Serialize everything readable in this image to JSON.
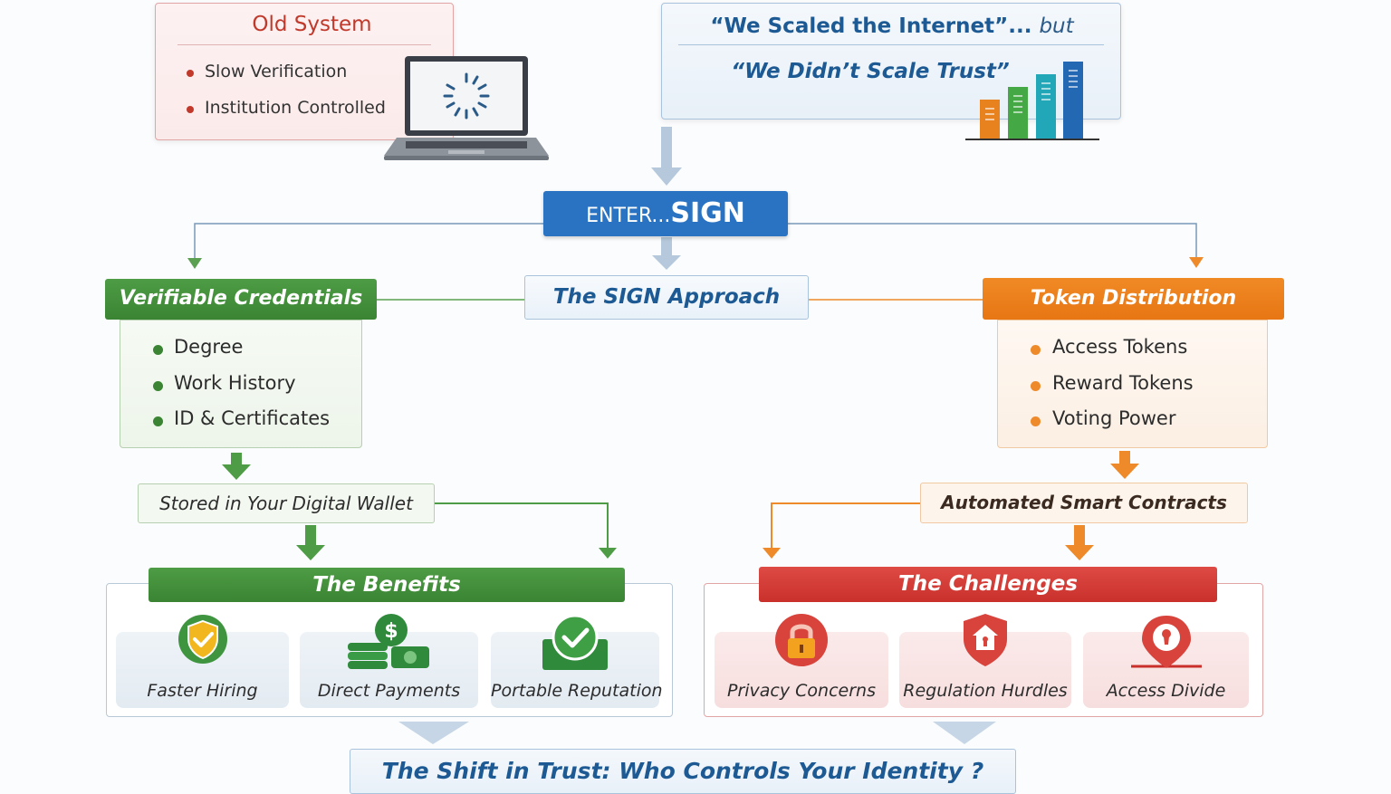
{
  "old_system": {
    "title": "Old System",
    "items": [
      "Slow Verification",
      "Institution Controlled"
    ]
  },
  "quote": {
    "line1": "“We Scaled the Internet”...",
    "line1_suffix": "but",
    "line2": "“We Didn’t Scale Trust”"
  },
  "enter": {
    "prefix": "ENTER...",
    "word": "SIGN"
  },
  "approach": "The SIGN Approach",
  "verifiable_credentials": {
    "title": "Verifiable Credentials",
    "items": [
      "Degree",
      "Work History",
      "ID & Certificates"
    ]
  },
  "token_distribution": {
    "title": "Token Distribution",
    "items": [
      "Access Tokens",
      "Reward Tokens",
      "Voting Power"
    ]
  },
  "wallet": "Stored in Your Digital Wallet",
  "smart_contracts": "Automated Smart Contracts",
  "benefits": {
    "title": "The Benefits",
    "items": [
      "Faster Hiring",
      "Direct Payments",
      "Portable Reputation"
    ]
  },
  "challenges": {
    "title": "The Challenges",
    "items": [
      "Privacy Concerns",
      "Regulation Hurdles",
      "Access Divide"
    ]
  },
  "shift": "The Shift in Trust: Who Controls Your Identity ?",
  "icons": {
    "laptop": "laptop-loading-icon",
    "bar_chart": "bar-chart-icon",
    "faster_hiring": "shield-check-icon",
    "direct_payments": "money-coins-icon",
    "portable_reputation": "check-badge-icon",
    "privacy_concerns": "lock-icon",
    "regulation_hurdles": "house-shield-icon",
    "access_divide": "location-keyhole-icon"
  },
  "colors": {
    "blue": "#2a73c2",
    "green": "#3a8433",
    "orange": "#e77613",
    "red": "#c9302c"
  }
}
